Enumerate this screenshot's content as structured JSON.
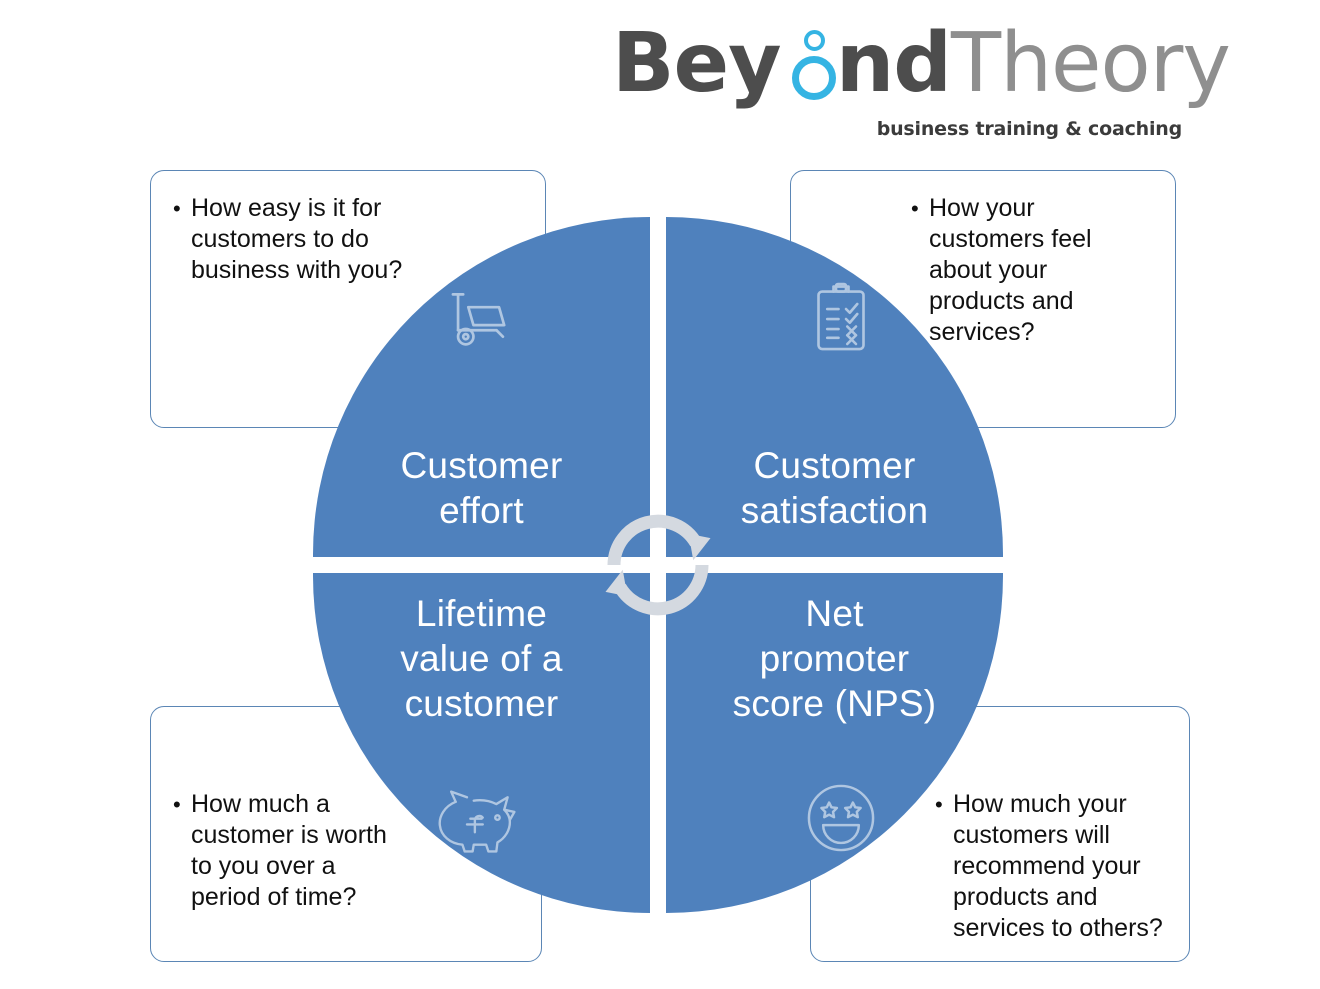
{
  "logo": {
    "word_primary": "Bey",
    "word_primary_tail": "nd",
    "word_secondary": "Theory",
    "tagline": "business training & coaching",
    "ring_color": "#35b4e3",
    "primary_color": "#4d4d4d",
    "secondary_color": "#8f8f8f"
  },
  "theme": {
    "quadrant_fill": "#4f81bd",
    "callout_border": "#5b86b5",
    "divider": "#ffffff",
    "text_dark": "#111111"
  },
  "wheel": {
    "center_icon": "cycle-arrows-icon",
    "quadrants": [
      {
        "id": "customer-effort",
        "label": "Customer\neffort",
        "icon": "hand-truck-icon",
        "icon_position": "above"
      },
      {
        "id": "customer-satisfaction",
        "label": "Customer\nsatisfaction",
        "icon": "clipboard-checklist-icon",
        "icon_position": "above"
      },
      {
        "id": "lifetime-value",
        "label": "Lifetime\nvalue of a\ncustomer",
        "icon": "piggy-bank-pound-icon",
        "icon_position": "below"
      },
      {
        "id": "net-promoter-score",
        "label": "Net\npromoter\nscore (NPS)",
        "icon": "star-eyed-smiley-icon",
        "icon_position": "below"
      }
    ]
  },
  "callouts": [
    {
      "id": "callout-customer-effort",
      "position": "top-left",
      "text": "How easy is it for\ncustomers to do\nbusiness with you?"
    },
    {
      "id": "callout-customer-satisfaction",
      "position": "top-right",
      "text": "How your\ncustomers feel\nabout your\nproducts and\nservices?"
    },
    {
      "id": "callout-lifetime-value",
      "position": "bottom-left",
      "text": "How much a\ncustomer is worth\nto you over a\nperiod of time?"
    },
    {
      "id": "callout-net-promoter-score",
      "position": "bottom-right",
      "text": "How much your\ncustomers will\nrecommend your\nproducts and\nservices to others?"
    }
  ]
}
